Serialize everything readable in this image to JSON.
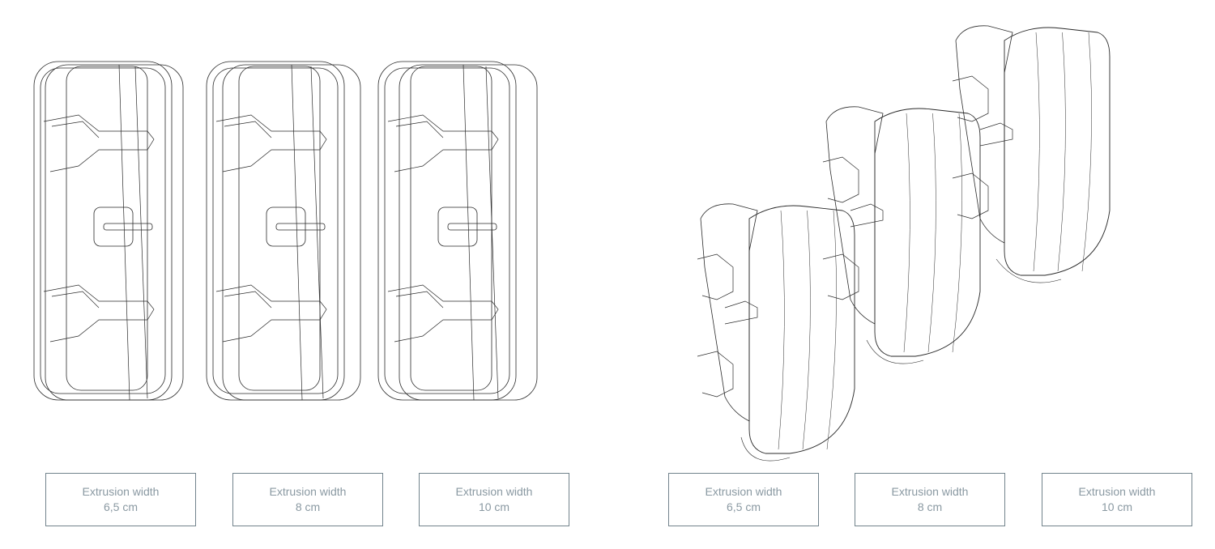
{
  "colors": {
    "line": "#2a2a2a",
    "label_border": "#72838c",
    "label_text": "#8a99a2"
  },
  "front_views": [
    {
      "title": "Extrusion width",
      "value": "6,5 cm",
      "extrusion": 6.5
    },
    {
      "title": "Extrusion width",
      "value": "8 cm",
      "extrusion": 8
    },
    {
      "title": "Extrusion width",
      "value": "10 cm",
      "extrusion": 10
    }
  ],
  "iso_views": [
    {
      "title": "Extrusion width",
      "value": "6,5 cm",
      "extrusion": 6.5
    },
    {
      "title": "Extrusion width",
      "value": "8 cm",
      "extrusion": 8
    },
    {
      "title": "Extrusion width",
      "value": "10 cm",
      "extrusion": 10
    }
  ]
}
